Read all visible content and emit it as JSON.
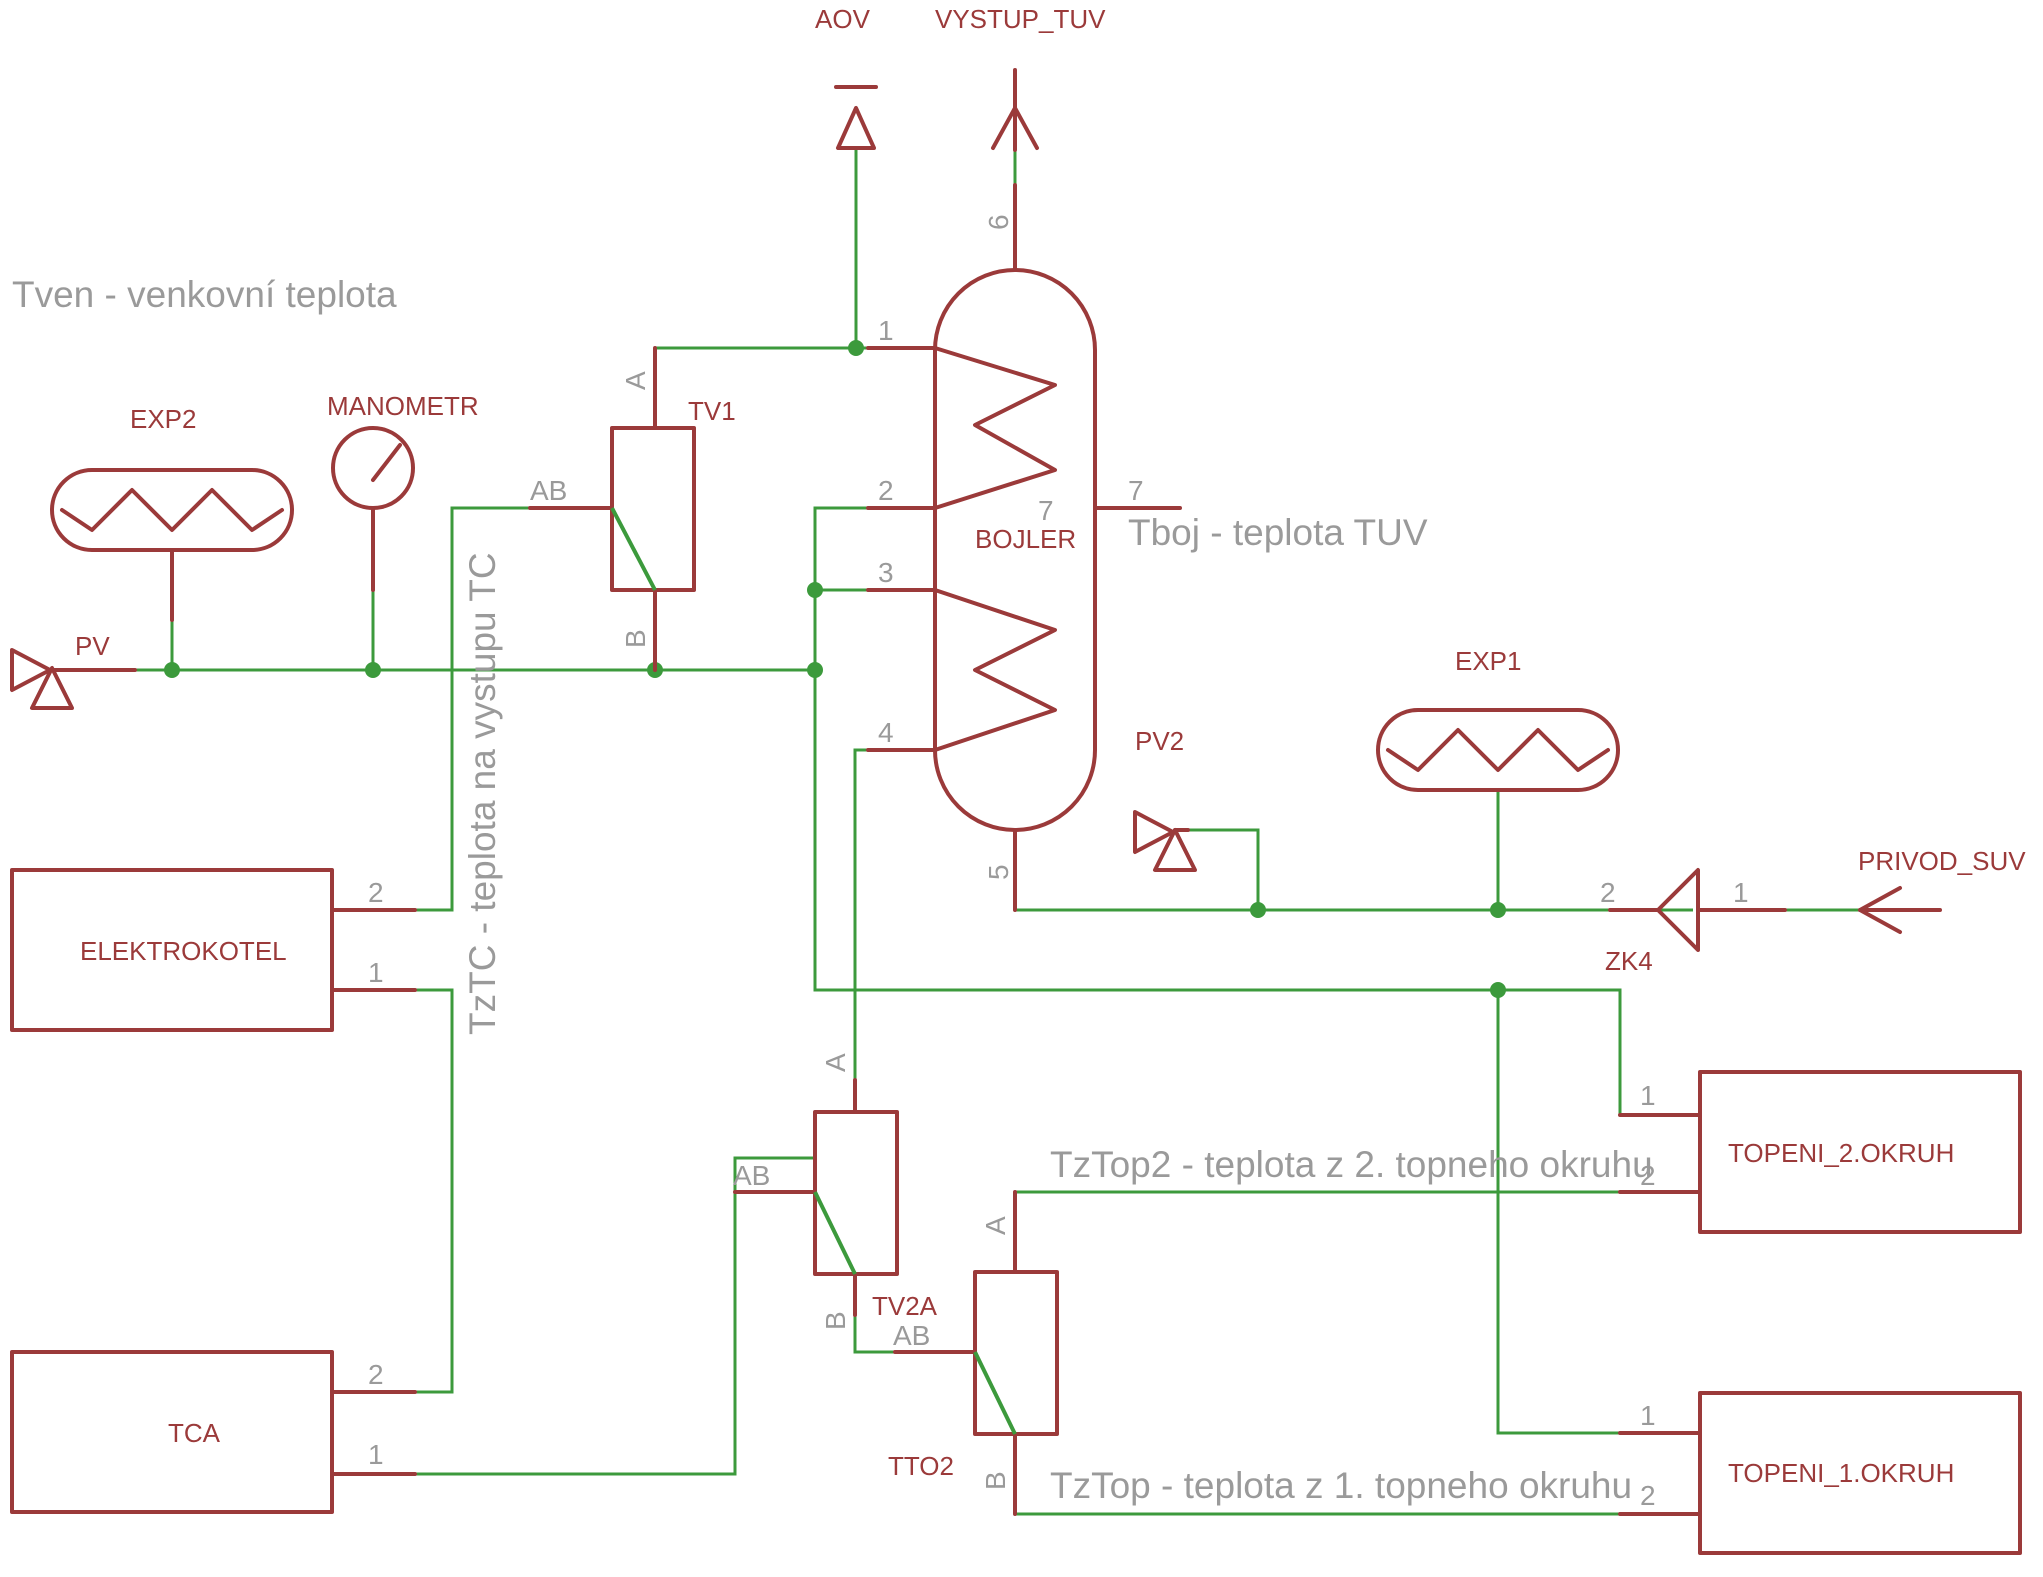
{
  "notes": {
    "tven": "Tven - venkovní teplota",
    "tboj": "Tboj - teplota TUV",
    "tztc": "TzTC - teplota na vystupu TC",
    "tztop2": "TzTop2 - teplota z 2. topneho okruhu",
    "tztop": "TzTop - teplota z 1. topneho okruhu"
  },
  "parts": {
    "aov": "AOV",
    "vystup_tuv": "VYSTUP_TUV",
    "exp2": "EXP2",
    "manometr": "MANOMETR",
    "tv1": "TV1",
    "bojler": "BOJLER",
    "pv": "PV",
    "pv2": "PV2",
    "exp1": "EXP1",
    "privod_suv": "PRIVOD_SUV",
    "zk4": "ZK4",
    "elektrokotel": "ELEKTROKOTEL",
    "tca": "TCA",
    "tv2a": "TV2A",
    "tto2": "TTO2",
    "topeni2": "TOPENI_2.OKRUH",
    "topeni1": "TOPENI_1.OKRUH"
  },
  "pins": {
    "p1": "1",
    "p2": "2",
    "p3": "3",
    "p4": "4",
    "p5": "5",
    "p6": "6",
    "p7": "7",
    "a": "A",
    "b": "B",
    "ab": "AB"
  },
  "colors": {
    "symbol": "#9b3a3a",
    "wire": "#3c9a3c",
    "pin_label": "#9a9a9a"
  }
}
